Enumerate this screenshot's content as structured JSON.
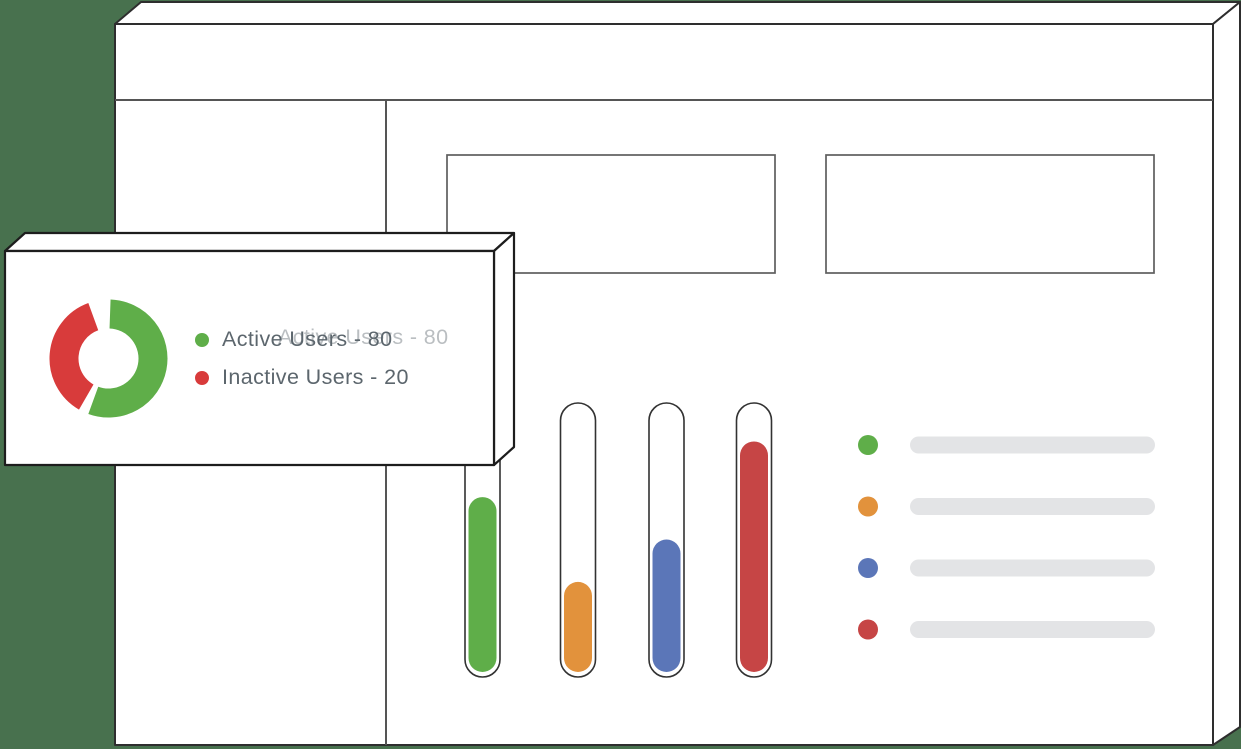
{
  "illustration": {
    "description": "Stylized 3D dashboard illustration: browser window with header bar, left sidebar, two empty stat cards, a tube bar chart, a placeholder legend, and a floating popup card with a donut chart of user activity."
  },
  "colors": {
    "background_green": "#48714e",
    "surface_white": "#ffffff",
    "window_outline": "#2e2e2e",
    "divider_gray": "#555555",
    "card_border_gray": "#5e5e5e",
    "tube_outline_gray": "#323232",
    "popup_outline": "#1d1d1d",
    "placeholder_bar_gray": "#e3e4e6",
    "text_gray": "#5c666d",
    "chart_green": "#5fae49",
    "chart_orange": "#e2923c",
    "chart_blue": "#5b76b8",
    "chart_red": "#c64545",
    "donut_green": "#5fae49",
    "donut_red": "#d83b3b"
  },
  "popup": {
    "legend": [
      {
        "label": "Active Users - 80",
        "color": "#5fae49"
      },
      {
        "label": "Inactive Users - 20",
        "color": "#d83b3b"
      }
    ],
    "ghost_label": "Active Users - 80"
  },
  "main_panel": {
    "cards": [
      {
        "content": ""
      },
      {
        "content": ""
      }
    ],
    "legend_rows": [
      {
        "color": "#5fae49",
        "placeholder": true
      },
      {
        "color": "#e2923c",
        "placeholder": true
      },
      {
        "color": "#5b76b8",
        "placeholder": true
      },
      {
        "color": "#c64545",
        "placeholder": true
      }
    ]
  },
  "chart_data": [
    {
      "type": "pie",
      "donut": true,
      "title": "",
      "labels": [
        "Active Users",
        "Inactive Users"
      ],
      "values": [
        80,
        20
      ],
      "colors": [
        "#5fae49",
        "#d83b3b"
      ],
      "legend_position": "right",
      "arcs": [
        {
          "start_deg": -88,
          "sweep_deg": 198
        },
        {
          "start_deg": 120,
          "sweep_deg": 130
        }
      ]
    },
    {
      "type": "bar",
      "subtype": "rounded-tube-thermometer",
      "categories": [
        "",
        "",
        "",
        ""
      ],
      "values": [
        66,
        34,
        50,
        87
      ],
      "ylim": [
        0,
        100
      ],
      "colors": [
        "#5fae49",
        "#e2923c",
        "#5b76b8",
        "#c64545"
      ],
      "legend": "colored dots with gray placeholder text bars"
    }
  ]
}
